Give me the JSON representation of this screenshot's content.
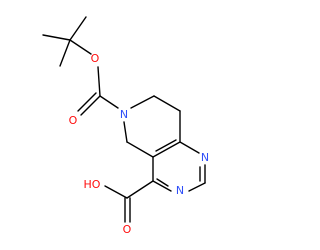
{
  "molecule": {
    "atoms": [
      {
        "id": "O_ester",
        "symbol": "O",
        "color": "#ff0d0d"
      },
      {
        "id": "O_carbonyl",
        "symbol": "O",
        "color": "#ff0d0d"
      },
      {
        "id": "N6",
        "symbol": "N",
        "color": "#3050f8"
      },
      {
        "id": "N1",
        "symbol": "N",
        "color": "#3050f8"
      },
      {
        "id": "N3",
        "symbol": "N",
        "color": "#3050f8"
      },
      {
        "id": "O_hydroxyl",
        "symbol": "HO",
        "color": "#ff0d0d"
      },
      {
        "id": "O_acid",
        "symbol": "O",
        "color": "#ff0d0d"
      }
    ],
    "bond_color": "#000000"
  }
}
